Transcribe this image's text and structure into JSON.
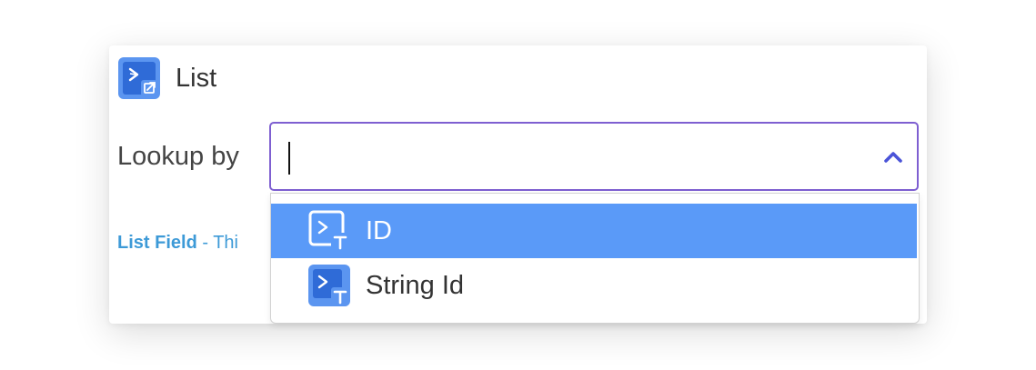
{
  "header": {
    "title": "List",
    "icon": "list-entity-icon"
  },
  "lookup": {
    "label": "Lookup by",
    "value": "",
    "chevron_icon": "chevron-up-icon"
  },
  "hint": {
    "strong": "List Field",
    "rest": " - Thi"
  },
  "dropdown": {
    "options": [
      {
        "label": "ID",
        "icon": "text-field-icon",
        "highlighted": true
      },
      {
        "label": "String Id",
        "icon": "text-field-icon",
        "highlighted": false
      }
    ]
  },
  "colors": {
    "accent_border": "#7e5fd1",
    "highlight": "#5a9af8",
    "icon_blue": "#3f7fe6",
    "hint_blue": "#3d9ad7"
  }
}
